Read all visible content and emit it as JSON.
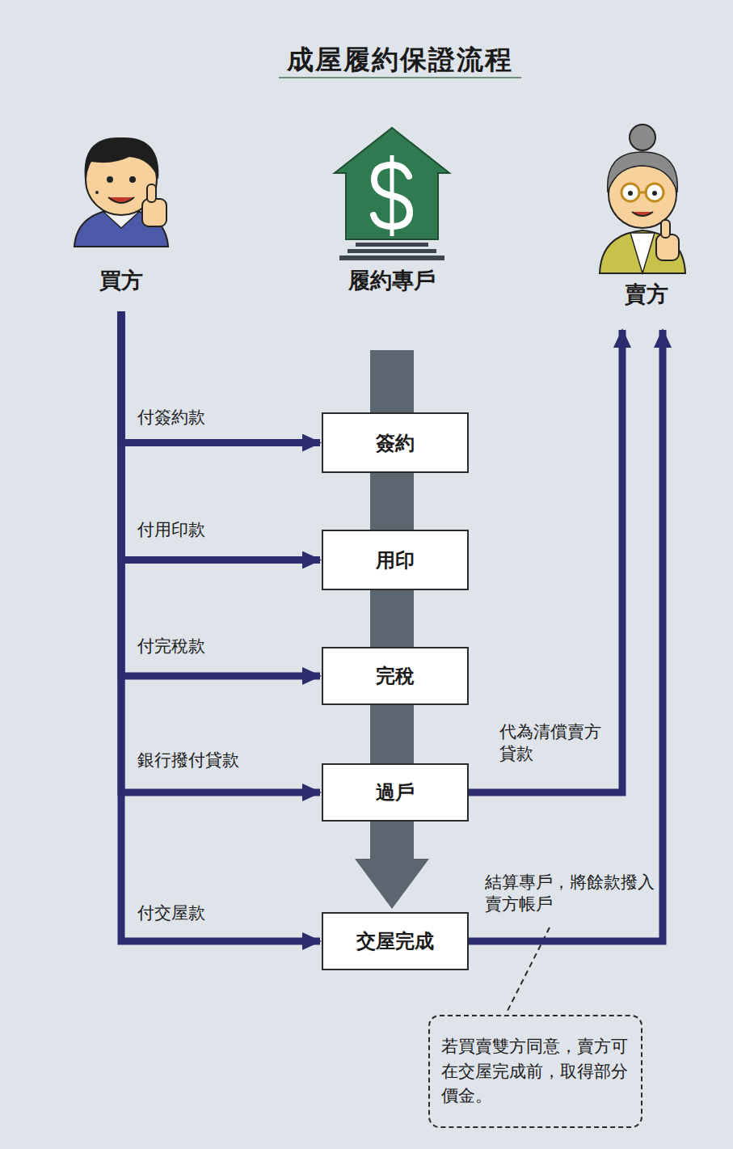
{
  "diagram": {
    "title": "成屋履約保證流程",
    "nodes": [
      {
        "text": [
          "買方"
        ]
      },
      {
        "text": [
          "履約專戶"
        ]
      },
      {
        "text": [
          "賣方"
        ]
      },
      {
        "text": [
          "簽約"
        ]
      },
      {
        "text": [
          "用印"
        ]
      },
      {
        "text": [
          "完稅"
        ]
      },
      {
        "text": [
          "過戶"
        ]
      },
      {
        "text": [
          "交屋完成"
        ]
      },
      {
        "text": [
          "若買賣雙方同意，賣方可在交屋完成前，取得部分價金。"
        ]
      }
    ],
    "edges": [
      {
        "from": 0,
        "to": 3,
        "label": "付簽約款",
        "arrow": "to"
      },
      {
        "from": 0,
        "to": 4,
        "label": "付用印款",
        "arrow": "to"
      },
      {
        "from": 0,
        "to": 5,
        "label": "付完稅款",
        "arrow": "to"
      },
      {
        "from": 0,
        "to": 6,
        "label": "銀行撥付貸款",
        "arrow": "to"
      },
      {
        "from": 0,
        "to": 7,
        "label": "付交屋款",
        "arrow": "to"
      },
      {
        "from": 6,
        "to": 2,
        "label": "代為清償賣方貸款",
        "arrow": "to"
      },
      {
        "from": 7,
        "to": 2,
        "label": "結算專戶，將餘款撥入賣方帳戶",
        "arrow": "to"
      },
      {
        "from": 1,
        "to": 7,
        "arrow": "to"
      }
    ]
  }
}
